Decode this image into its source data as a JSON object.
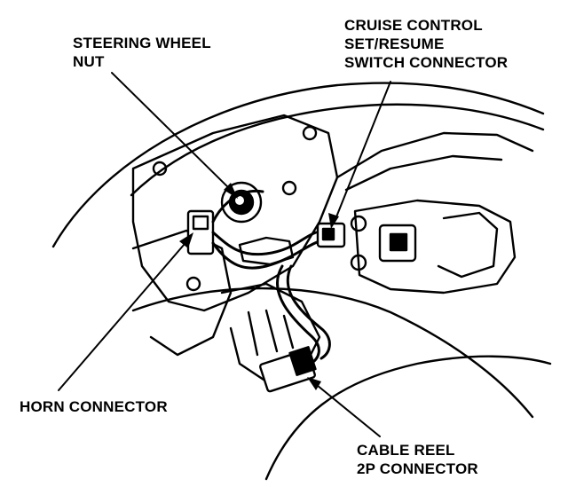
{
  "diagram": {
    "labels": {
      "steering_wheel_nut": [
        "STEERING WHEEL",
        "NUT"
      ],
      "cruise_control_connector": [
        "CRUISE CONTROL",
        "SET/RESUME",
        "SWITCH CONNECTOR"
      ],
      "horn_connector": [
        "HORN CONNECTOR"
      ],
      "cable_reel_connector": [
        "CABLE REEL",
        "2P CONNECTOR"
      ]
    },
    "colors": {
      "ink": "#000000",
      "paper": "#ffffff"
    }
  }
}
